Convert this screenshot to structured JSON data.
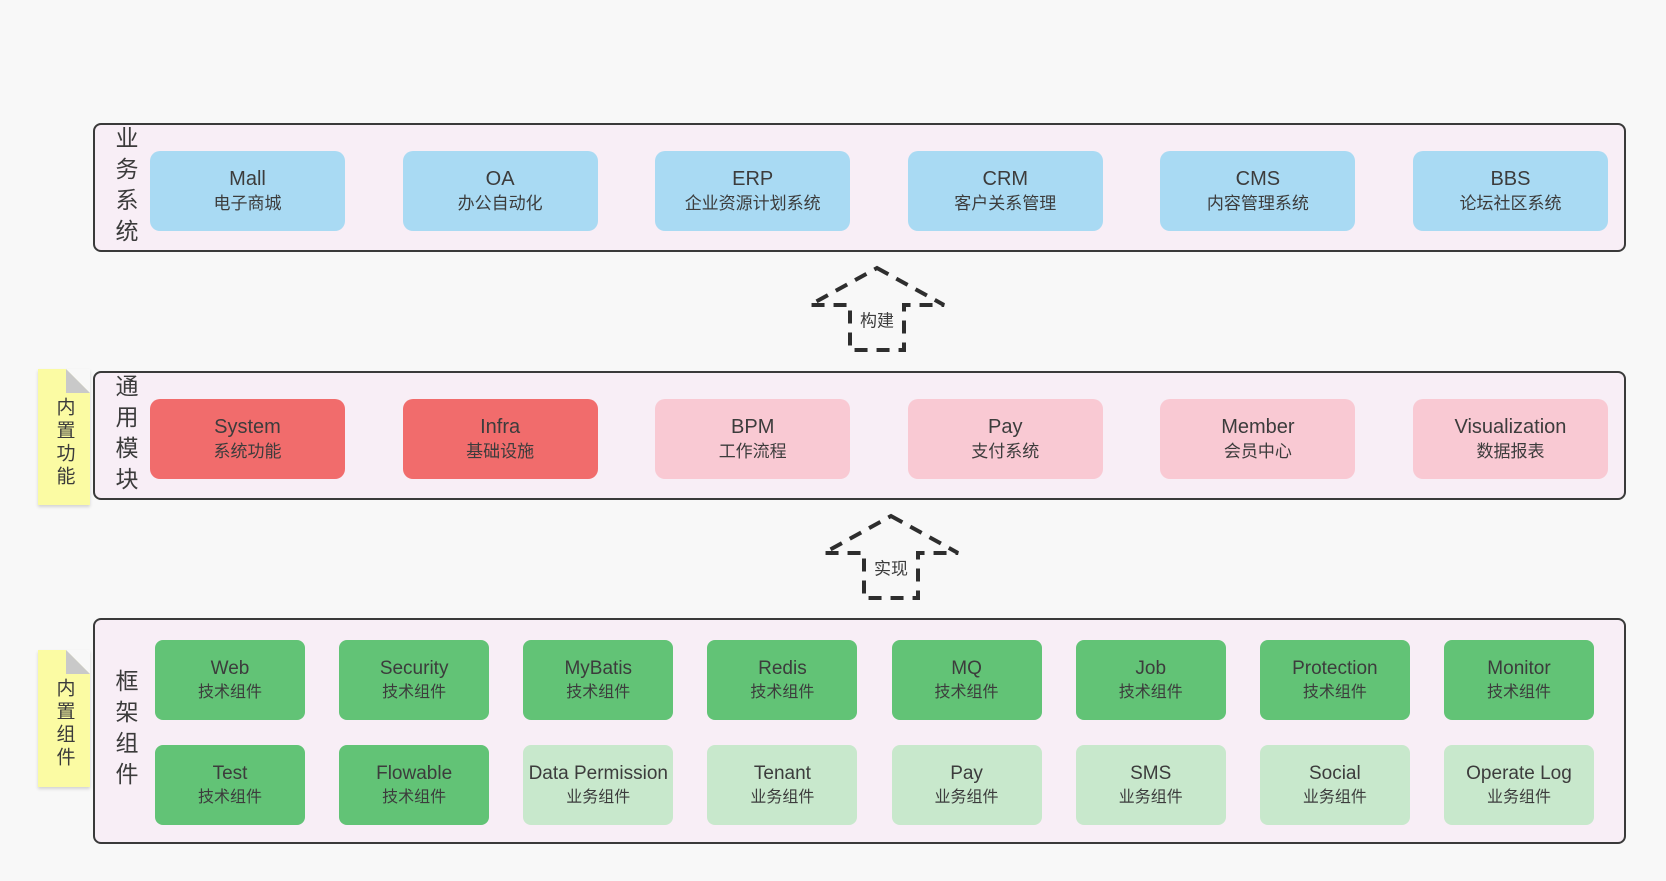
{
  "colors": {
    "page_bg": "#f8f8f8",
    "band_bg": "#f8eef6",
    "band_border": "#3a3a3a",
    "blue": "#a9daf3",
    "red": "#f16c6c",
    "pink": "#f9c9d3",
    "green": "#62c376",
    "light_green": "#c8e8cc",
    "note_yellow": "#fbfba3",
    "fold_gray": "#c9c9c9",
    "text": "#3c3c3c"
  },
  "arrows": [
    {
      "label": "构建"
    },
    {
      "label": "实现"
    }
  ],
  "layers": [
    {
      "label": "业务系统",
      "rows": [
        [
          {
            "name": "Mall",
            "subtitle": "电子商城",
            "variant": "blue"
          },
          {
            "name": "OA",
            "subtitle": "办公自动化",
            "variant": "blue"
          },
          {
            "name": "ERP",
            "subtitle": "企业资源计划系统",
            "variant": "blue"
          },
          {
            "name": "CRM",
            "subtitle": "客户关系管理",
            "variant": "blue"
          },
          {
            "name": "CMS",
            "subtitle": "内容管理系统",
            "variant": "blue"
          },
          {
            "name": "BBS",
            "subtitle": "论坛社区系统",
            "variant": "blue"
          }
        ]
      ]
    },
    {
      "label": "通用模块",
      "note": "内置功能",
      "rows": [
        [
          {
            "name": "System",
            "subtitle": "系统功能",
            "variant": "red"
          },
          {
            "name": "Infra",
            "subtitle": "基础设施",
            "variant": "red"
          },
          {
            "name": "BPM",
            "subtitle": "工作流程",
            "variant": "pink"
          },
          {
            "name": "Pay",
            "subtitle": "支付系统",
            "variant": "pink"
          },
          {
            "name": "Member",
            "subtitle": "会员中心",
            "variant": "pink"
          },
          {
            "name": "Visualization",
            "subtitle": "数据报表",
            "variant": "pink"
          }
        ]
      ]
    },
    {
      "label": "框架组件",
      "note": "内置组件",
      "rows": [
        [
          {
            "name": "Web",
            "subtitle": "技术组件",
            "variant": "green"
          },
          {
            "name": "Security",
            "subtitle": "技术组件",
            "variant": "green"
          },
          {
            "name": "MyBatis",
            "subtitle": "技术组件",
            "variant": "green"
          },
          {
            "name": "Redis",
            "subtitle": "技术组件",
            "variant": "green"
          },
          {
            "name": "MQ",
            "subtitle": "技术组件",
            "variant": "green"
          },
          {
            "name": "Job",
            "subtitle": "技术组件",
            "variant": "green"
          },
          {
            "name": "Protection",
            "subtitle": "技术组件",
            "variant": "green"
          },
          {
            "name": "Monitor",
            "subtitle": "技术组件",
            "variant": "green"
          }
        ],
        [
          {
            "name": "Test",
            "subtitle": "技术组件",
            "variant": "green"
          },
          {
            "name": "Flowable",
            "subtitle": "技术组件",
            "variant": "green"
          },
          {
            "name": "Data Permission",
            "subtitle": "业务组件",
            "variant": "light-green"
          },
          {
            "name": "Tenant",
            "subtitle": "业务组件",
            "variant": "light-green"
          },
          {
            "name": "Pay",
            "subtitle": "业务组件",
            "variant": "light-green"
          },
          {
            "name": "SMS",
            "subtitle": "业务组件",
            "variant": "light-green"
          },
          {
            "name": "Social",
            "subtitle": "业务组件",
            "variant": "light-green"
          },
          {
            "name": "Operate Log",
            "subtitle": "业务组件",
            "variant": "light-green"
          }
        ]
      ]
    }
  ]
}
